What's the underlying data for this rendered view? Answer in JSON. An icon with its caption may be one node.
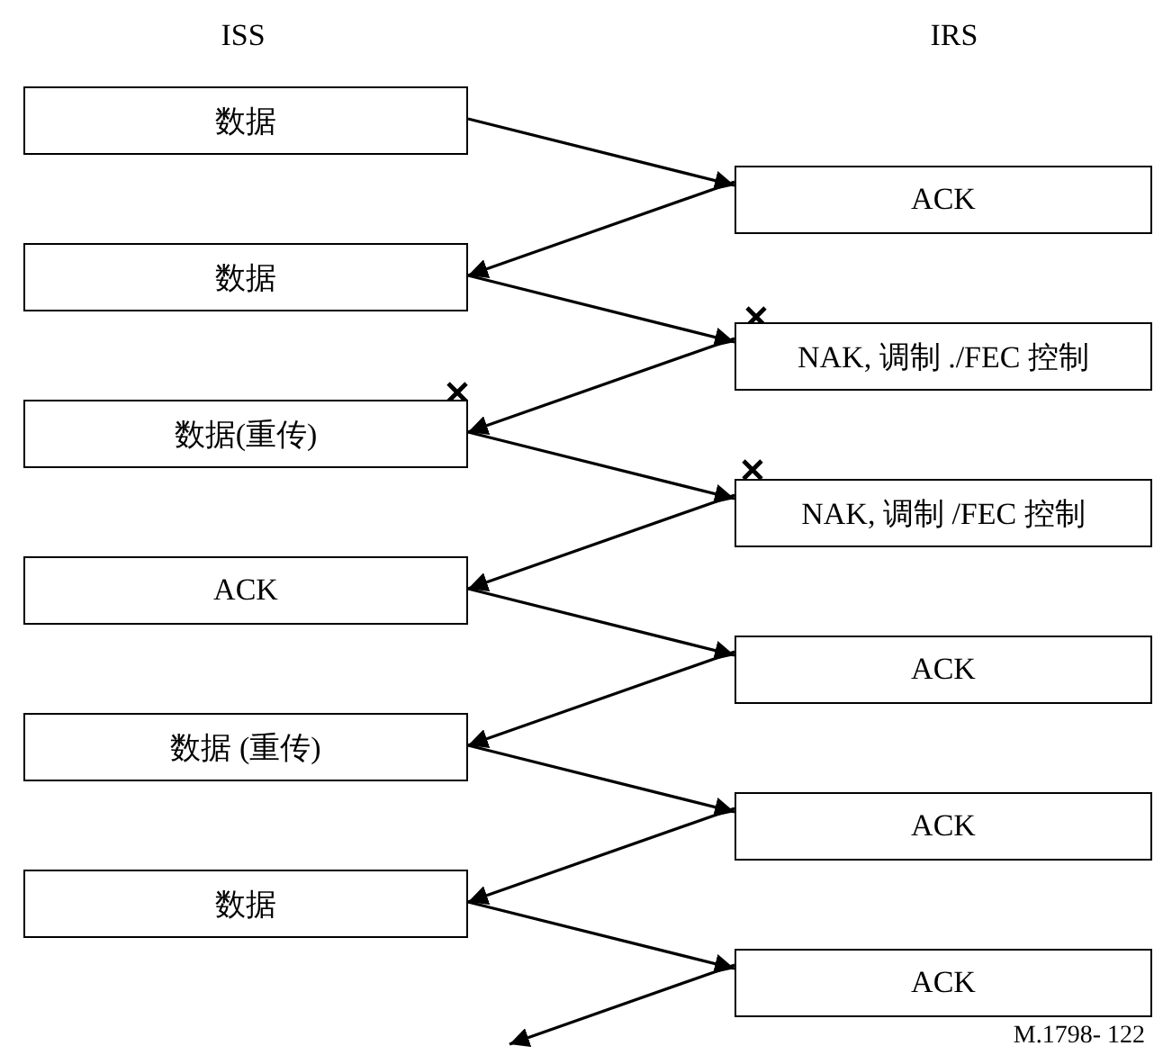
{
  "diagram": {
    "nodes": [
      {
        "text": [
          "数据"
        ]
      },
      {
        "text": [
          "ACK"
        ]
      },
      {
        "text": [
          "数据"
        ]
      },
      {
        "text": [
          "NAK, 调制 ./FEC 控制"
        ]
      },
      {
        "text": [
          "数据(重传)"
        ]
      },
      {
        "text": [
          "NAK, 调制 /FEC 控制"
        ]
      },
      {
        "text": [
          "ACK"
        ]
      },
      {
        "text": [
          "ACK"
        ]
      },
      {
        "text": [
          "数据 (重传)"
        ]
      },
      {
        "text": [
          "ACK"
        ]
      },
      {
        "text": [
          "数据"
        ]
      },
      {
        "text": [
          "ACK"
        ]
      }
    ],
    "edges": [
      {
        "from": 0,
        "to": 1,
        "arrow": "to"
      },
      {
        "from": 1,
        "to": 2,
        "arrow": "to"
      },
      {
        "from": 2,
        "to": 3,
        "arrow": "to"
      },
      {
        "from": 3,
        "to": 4,
        "arrow": "to"
      },
      {
        "from": 4,
        "to": 5,
        "arrow": "to"
      },
      {
        "from": 5,
        "to": 6,
        "arrow": "to"
      },
      {
        "from": 6,
        "to": 7,
        "arrow": "to"
      },
      {
        "from": 7,
        "to": 8,
        "arrow": "to"
      },
      {
        "from": 8,
        "to": 9,
        "arrow": "to"
      },
      {
        "from": 9,
        "to": 10,
        "arrow": "to"
      },
      {
        "from": 10,
        "to": 11,
        "arrow": "to"
      },
      {
        "from": 11,
        "to": null,
        "arrow": "to"
      }
    ],
    "labels": [
      "ISS",
      "IRS",
      "M.1798- 122"
    ]
  }
}
